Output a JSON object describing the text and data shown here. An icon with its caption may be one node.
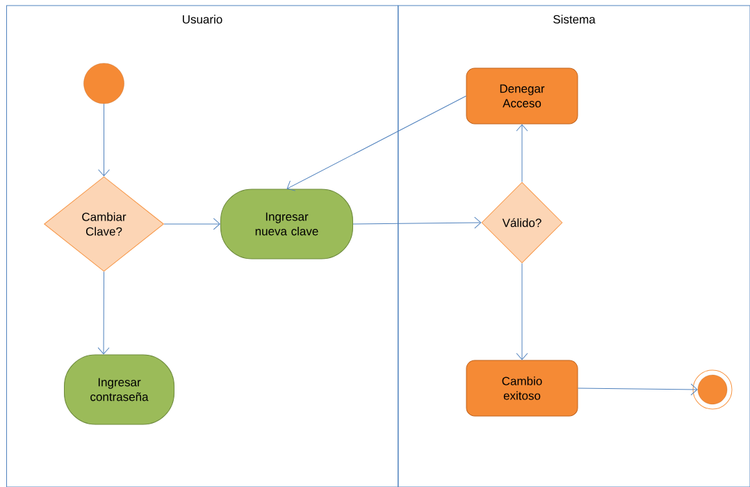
{
  "diagram": {
    "nodes": [
      {
        "text": [
          "Usuario"
        ]
      },
      {
        "text": [
          "Sistema"
        ]
      },
      {
        "text": [],
        "shape": "circle",
        "in": 0
      },
      {
        "text": [
          "Cambiar Clave?"
        ],
        "in": 0
      },
      {
        "text": [
          "Ingresar nueva clave"
        ],
        "in": 0
      },
      {
        "text": [
          "Ingresar contraseña"
        ],
        "in": 0
      },
      {
        "text": [
          "Denegar Acceso"
        ],
        "in": 1
      },
      {
        "text": [
          "Válido?"
        ],
        "in": 1
      },
      {
        "text": [
          "Cambio exitoso"
        ],
        "in": 1
      },
      {
        "text": [],
        "shape": "circle",
        "in": 1
      }
    ],
    "edges": [
      {
        "from": 2,
        "to": 3,
        "arrow": "to"
      },
      {
        "from": 3,
        "to": 4,
        "arrow": "to"
      },
      {
        "from": 3,
        "to": 5,
        "arrow": "to"
      },
      {
        "from": 4,
        "to": 7,
        "arrow": "to"
      },
      {
        "from": 7,
        "to": 6,
        "arrow": "to"
      },
      {
        "from": 6,
        "to": 4,
        "arrow": "to"
      },
      {
        "from": 7,
        "to": 8,
        "arrow": "to"
      },
      {
        "from": 8,
        "to": 9,
        "arrow": "to"
      }
    ]
  }
}
